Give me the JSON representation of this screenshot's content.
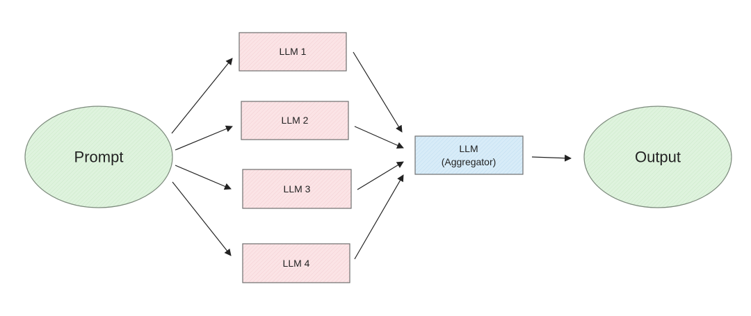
{
  "diagram": {
    "input": {
      "label": "Prompt"
    },
    "proposers": [
      {
        "label": "LLM 1"
      },
      {
        "label": "LLM 2"
      },
      {
        "label": "LLM 3"
      },
      {
        "label": "LLM 4"
      }
    ],
    "aggregator": {
      "line1": "LLM",
      "line2": "(Aggregator)"
    },
    "output": {
      "label": "Output"
    },
    "colors": {
      "input_output_fill": "#dff3de",
      "input_output_stroke": "#7c8a7c",
      "proposer_fill": "#fbe4e6",
      "proposer_stroke": "#6f6f6f",
      "aggregator_fill": "#d8ecf8",
      "aggregator_stroke": "#6f6f6f",
      "arrow": "#222222"
    }
  }
}
